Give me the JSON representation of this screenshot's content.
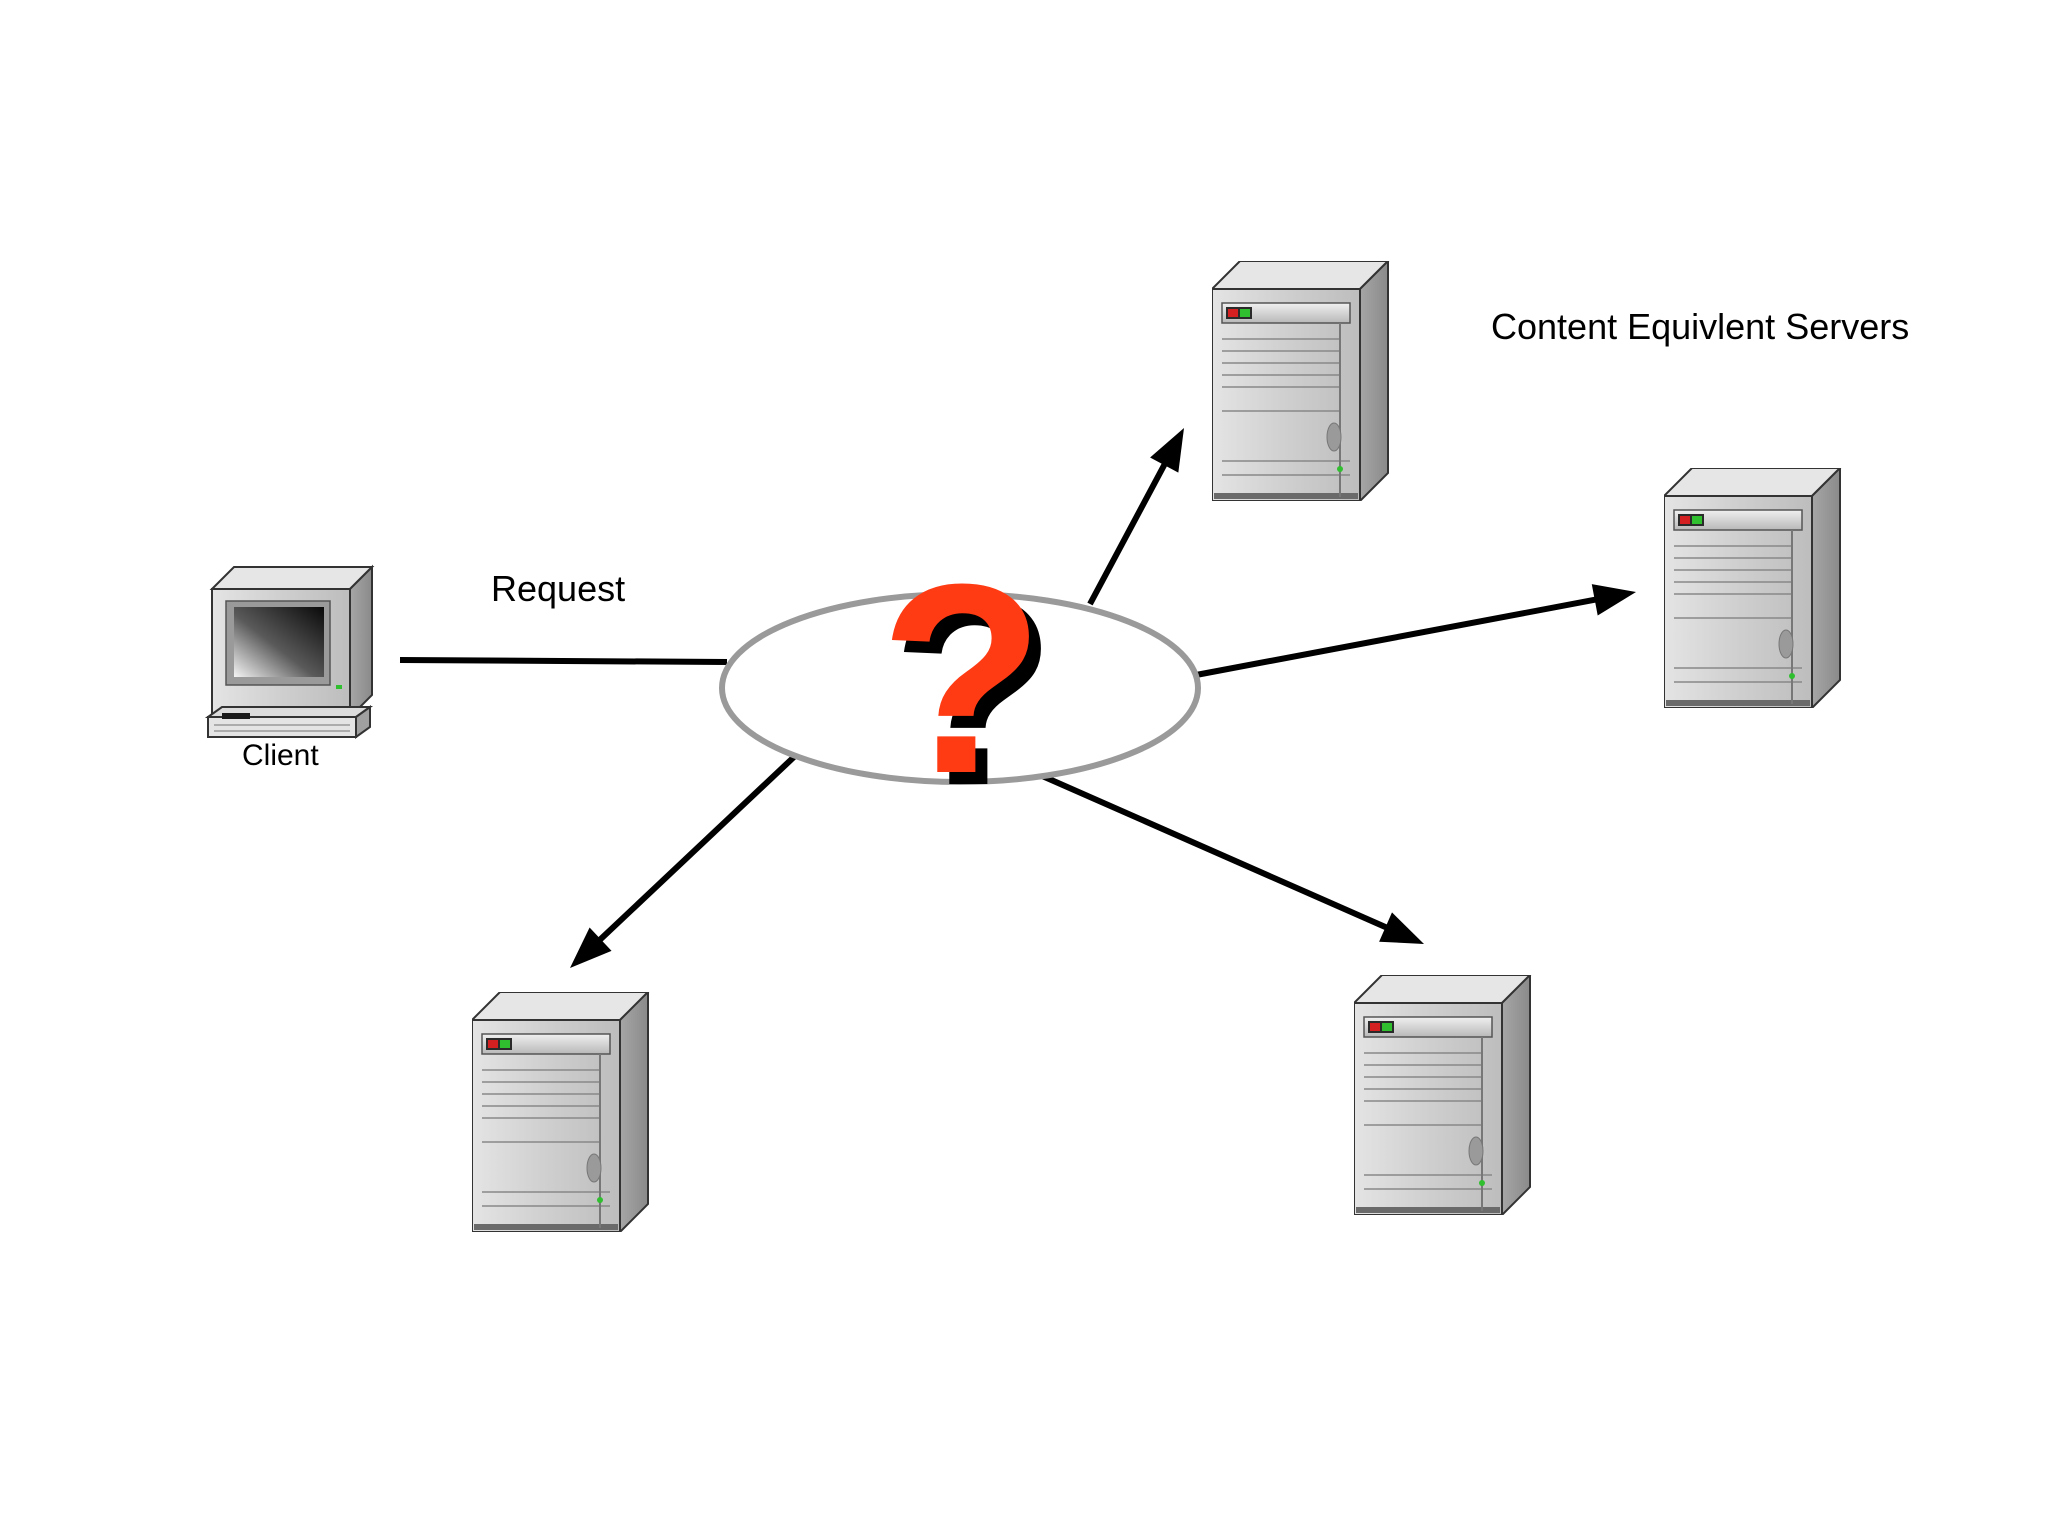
{
  "labels": {
    "request": "Request",
    "client": "Client",
    "servers_group": "Content Equivlent Servers",
    "question_mark": "?"
  },
  "colors": {
    "question_mark": "#ff3b14",
    "question_mark_shadow": "#000000",
    "ellipse_stroke": "#9a9a9a",
    "arrow": "#000000",
    "server_body": "#c8c8c8",
    "status_light_red": "#d42020",
    "status_light_green": "#2fbf2f"
  },
  "icons": {
    "client": "desktop-computer-icon",
    "server": "tower-server-icon"
  },
  "servers": [
    {
      "id": "server-top"
    },
    {
      "id": "server-right"
    },
    {
      "id": "server-bottom-right"
    },
    {
      "id": "server-bottom-left"
    }
  ]
}
